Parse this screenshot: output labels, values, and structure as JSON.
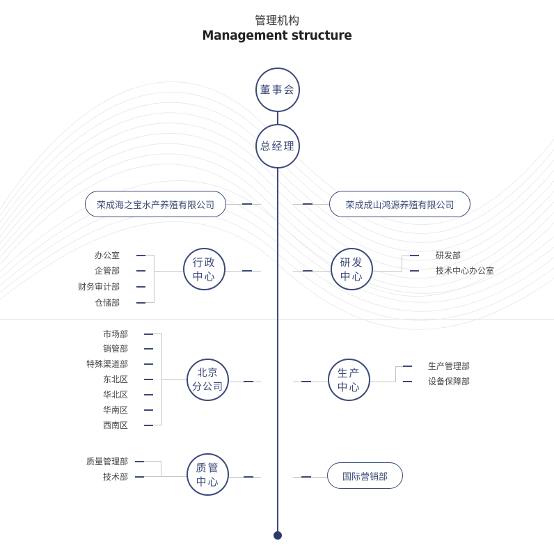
{
  "title": {
    "cn": "管理机构",
    "en": "Management structure"
  },
  "top_nodes": {
    "board": "董事会",
    "gm": "总经理"
  },
  "companies": {
    "left": "荣成海之宝水产养殖有限公司",
    "right": "荣成成山鸿源养殖有限公司"
  },
  "admin_center": {
    "line1": "行政",
    "line2": "中心",
    "items": [
      "办公室",
      "企管部",
      "财务审计部",
      "仓储部"
    ]
  },
  "rd_center": {
    "line1": "研发",
    "line2": "中心",
    "items": [
      "研发部",
      "技术中心办公室"
    ]
  },
  "beijing_branch": {
    "line1": "北京",
    "line2": "分公司",
    "items": [
      "市场部",
      "销管部",
      "特殊渠道部",
      "东北区",
      "华北区",
      "华南区",
      "西南区"
    ]
  },
  "production_center": {
    "line1": "生产",
    "line2": "中心",
    "items": [
      "生产管理部",
      "设备保障部"
    ]
  },
  "quality_center": {
    "line1": "质管",
    "line2": "中心",
    "items": [
      "质量管理部",
      "技术部"
    ]
  },
  "intl_marketing": {
    "label": "国际营销部"
  },
  "colors": {
    "primary": "#3b4a77",
    "connector": "#c4c4c4"
  }
}
